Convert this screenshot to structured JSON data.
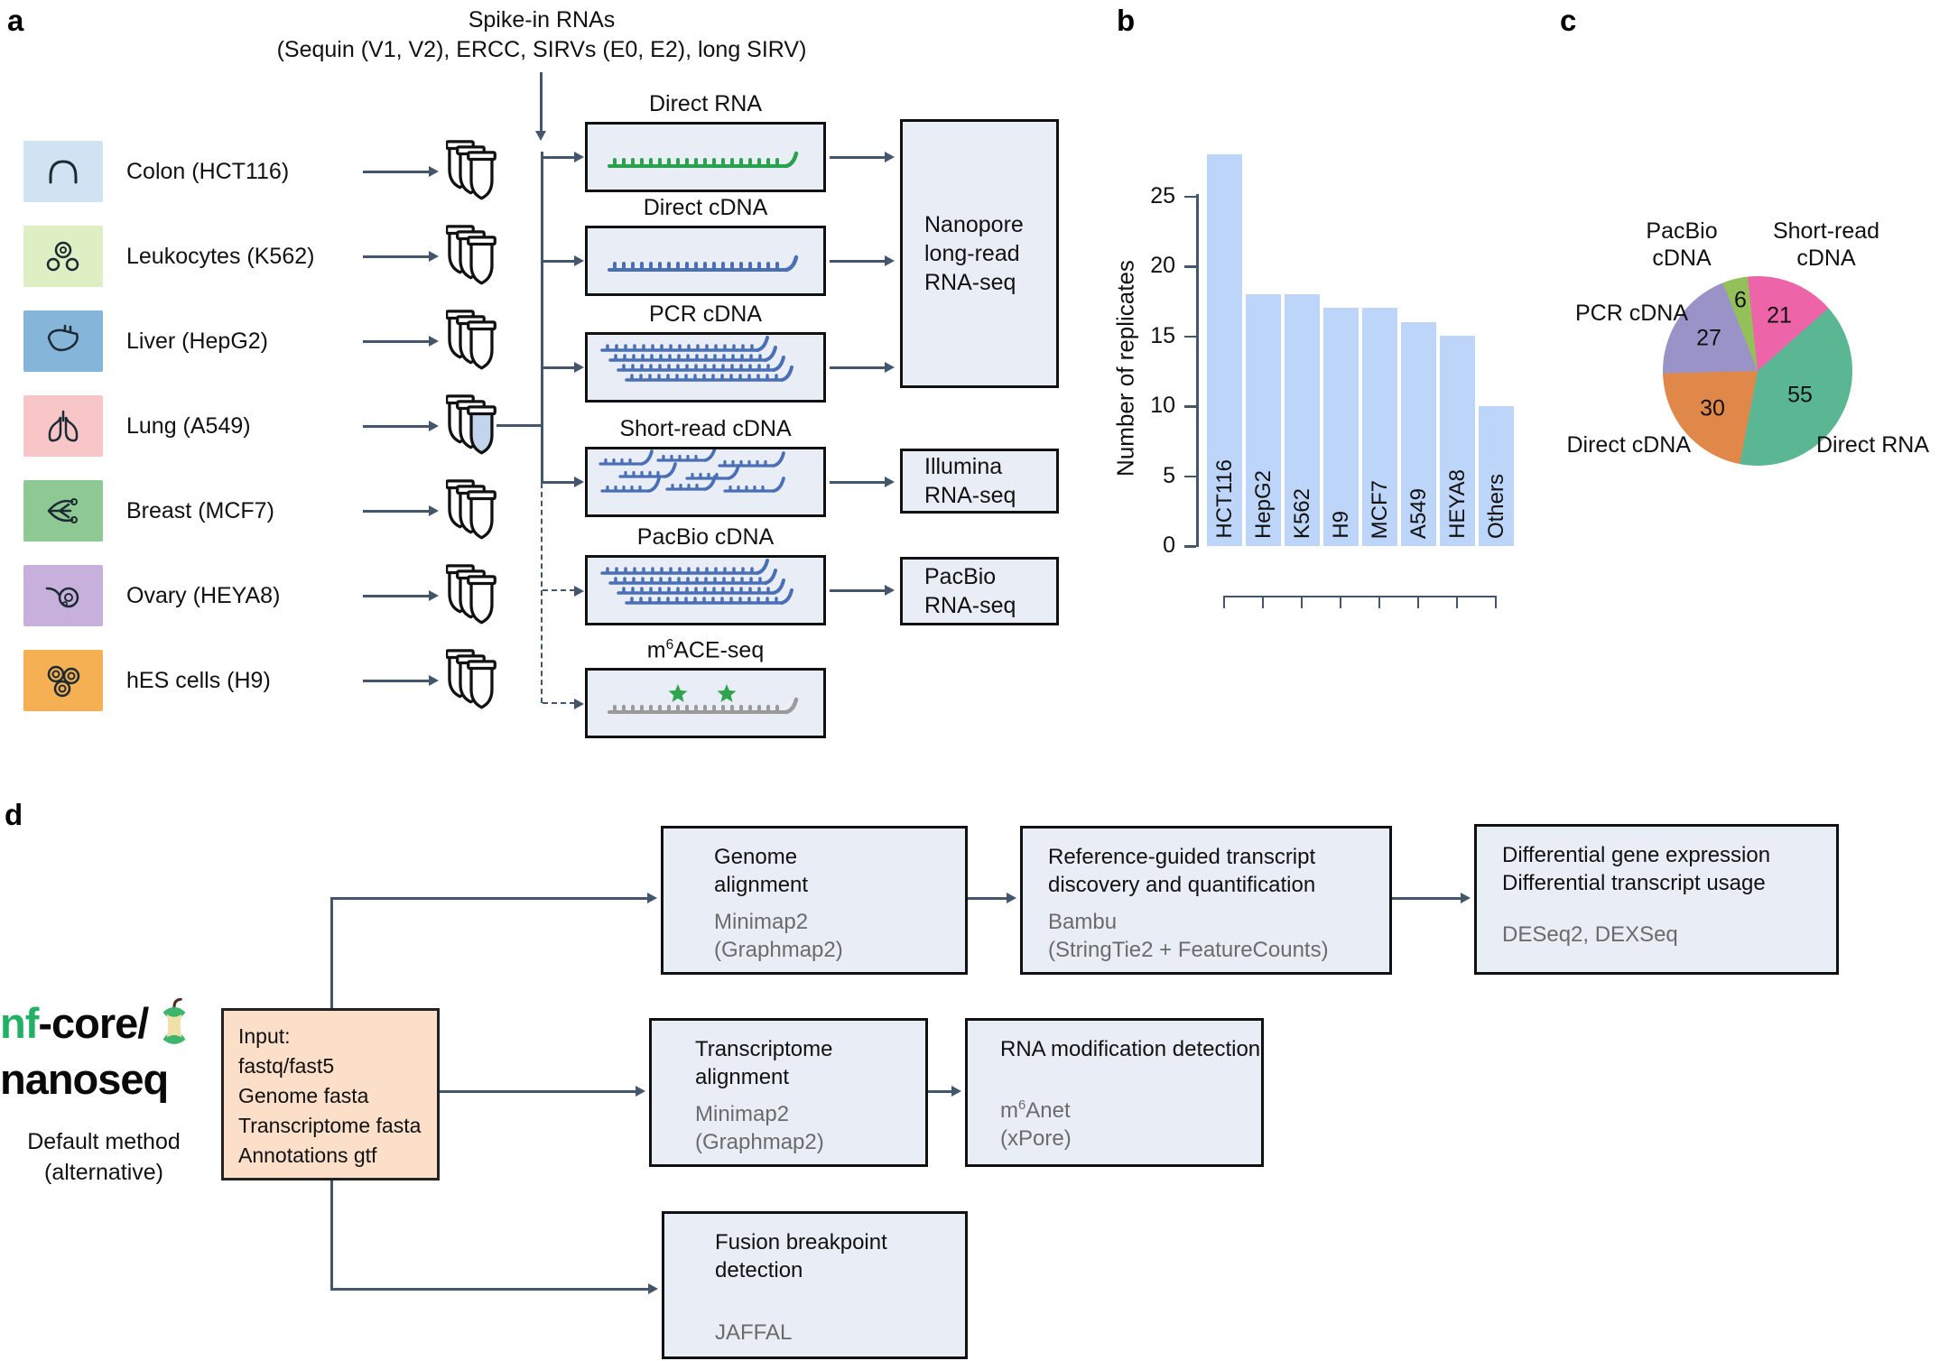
{
  "figure": {
    "panel_a_label": "a",
    "panel_b_label": "b",
    "panel_c_label": "c",
    "panel_d_label": "d"
  },
  "colors": {
    "line": "#44566c",
    "box_fill": "#e9edf6",
    "box_border": "#111111",
    "bar_fill": "#bcd5f9",
    "input_fill": "#fbdfc9",
    "nf_green": "#24b064",
    "gray_text": "#6b6b6b",
    "direct_rna_strand": "#28a24c",
    "cdna_strand": "#4a6fb5",
    "m6ace_strand": "#9a9a9a",
    "star_green": "#2ea44f",
    "tube_shaded": "#c3d4ee"
  },
  "panel_a": {
    "spikein_line1": "Spike-in RNAs",
    "spikein_line2": "(Sequin (V1, V2), ERCC, SIRVs (E0, E2), long SIRV)",
    "cell_lines": [
      {
        "label": "Colon (HCT116)",
        "tile": "#cfe3f2",
        "icon": "colon"
      },
      {
        "label": "Leukocytes (K562)",
        "tile": "#def0c3",
        "icon": "leukocytes"
      },
      {
        "label": "Liver (HepG2)",
        "tile": "#85b5d8",
        "icon": "liver"
      },
      {
        "label": "Lung (A549)",
        "tile": "#f9c6c8",
        "icon": "lung"
      },
      {
        "label": "Breast (MCF7)",
        "tile": "#8ec893",
        "icon": "breast"
      },
      {
        "label": "Ovary (HEYA8)",
        "tile": "#c8b0dc",
        "icon": "ovary"
      },
      {
        "label": "hES cells (H9)",
        "tile": "#f5b054",
        "icon": "hes-cells"
      }
    ],
    "protocols": [
      {
        "label": "Direct RNA"
      },
      {
        "label": "Direct cDNA"
      },
      {
        "label": "PCR cDNA"
      },
      {
        "label": "Short-read cDNA"
      },
      {
        "label": "PacBio cDNA"
      },
      {
        "prefix": "m",
        "sup": "6",
        "suffix": "ACE-seq"
      }
    ],
    "platforms": [
      {
        "label": "Nanopore\nlong-read\nRNA-seq"
      },
      {
        "label": "Illumina\nRNA-seq"
      },
      {
        "label": "PacBio\nRNA-seq"
      }
    ]
  },
  "panel_b": {
    "ylabel": "Number of replicates"
  },
  "chart_data": [
    {
      "type": "bar",
      "title": "",
      "categories": [
        "HCT116",
        "HepG2",
        "K562",
        "H9",
        "MCF7",
        "A549",
        "HEYA8",
        "Others"
      ],
      "values": [
        28,
        18,
        18,
        17,
        17,
        16,
        15,
        10
      ],
      "xlabel": "",
      "ylabel": "Number of replicates",
      "yticks": [
        0,
        5,
        10,
        15,
        20,
        25
      ],
      "ylim": [
        0,
        28
      ],
      "grid": false,
      "bar_color": "#bcd5f9"
    },
    {
      "type": "pie",
      "start_angle_deg": -6,
      "direction": "clockwise",
      "slices": [
        {
          "label": "Short-read cDNA",
          "value": 21,
          "color": "#ed64a9"
        },
        {
          "label": "Direct RNA",
          "value": 55,
          "color": "#5bb793"
        },
        {
          "label": "Direct cDNA",
          "value": 30,
          "color": "#e0884a"
        },
        {
          "label": "PCR cDNA",
          "value": 27,
          "color": "#9a93c8"
        },
        {
          "label": "PacBio cDNA",
          "value": 6,
          "color": "#94c059"
        }
      ]
    }
  ],
  "panel_d": {
    "logo": {
      "green": "nf",
      "black": "-core/",
      "line2": "nanoseq"
    },
    "method_note": "Default method\n(alternative)",
    "input_box": "Input:\nfastq/fast5\nGenome fasta\nTranscriptome fasta\nAnnotations gtf",
    "boxes": {
      "genome": {
        "title": "Genome\nalignment",
        "tools": "Minimap2\n(Graphmap2)"
      },
      "refguided": {
        "title": "Reference-guided transcript\ndiscovery and quantification",
        "tools": "Bambu\n(StringTie2 + FeatureCounts)"
      },
      "dge": {
        "title": "Differential gene expression\nDifferential transcript usage",
        "tools": "DESeq2, DEXSeq"
      },
      "transcriptome": {
        "title": "Transcriptome\nalignment",
        "tools": "Minimap2\n(Graphmap2)"
      },
      "rnamod": {
        "title": "RNA modification detection",
        "tool": {
          "prefix": "m",
          "sup": "6",
          "suffix": "Anet"
        },
        "tool_alt": "(xPore)"
      },
      "fusion": {
        "title": "Fusion breakpoint\ndetection",
        "tools": "JAFFAL"
      }
    }
  }
}
